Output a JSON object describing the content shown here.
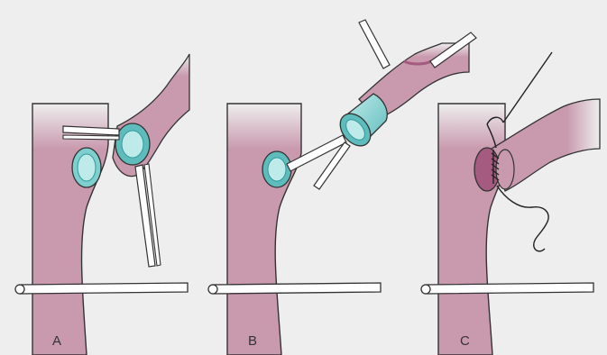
{
  "panels": [
    {
      "id": "A",
      "label": "A"
    },
    {
      "id": "B",
      "label": "B"
    },
    {
      "id": "C",
      "label": "C"
    }
  ],
  "colors": {
    "background": "#eeeeee",
    "vessel": "#c99aae",
    "vessel_dark": "#a55a80",
    "vessel_lumen": "#8c3c64",
    "cuff": "#7fcfcf",
    "cuff_dark": "#2f9a9a",
    "instrument": "#ffffff",
    "outline": "#333333"
  },
  "icons": [
    "forceps-icon",
    "vascular-clamp-icon",
    "suture-needle-icon",
    "cuff-icon"
  ]
}
